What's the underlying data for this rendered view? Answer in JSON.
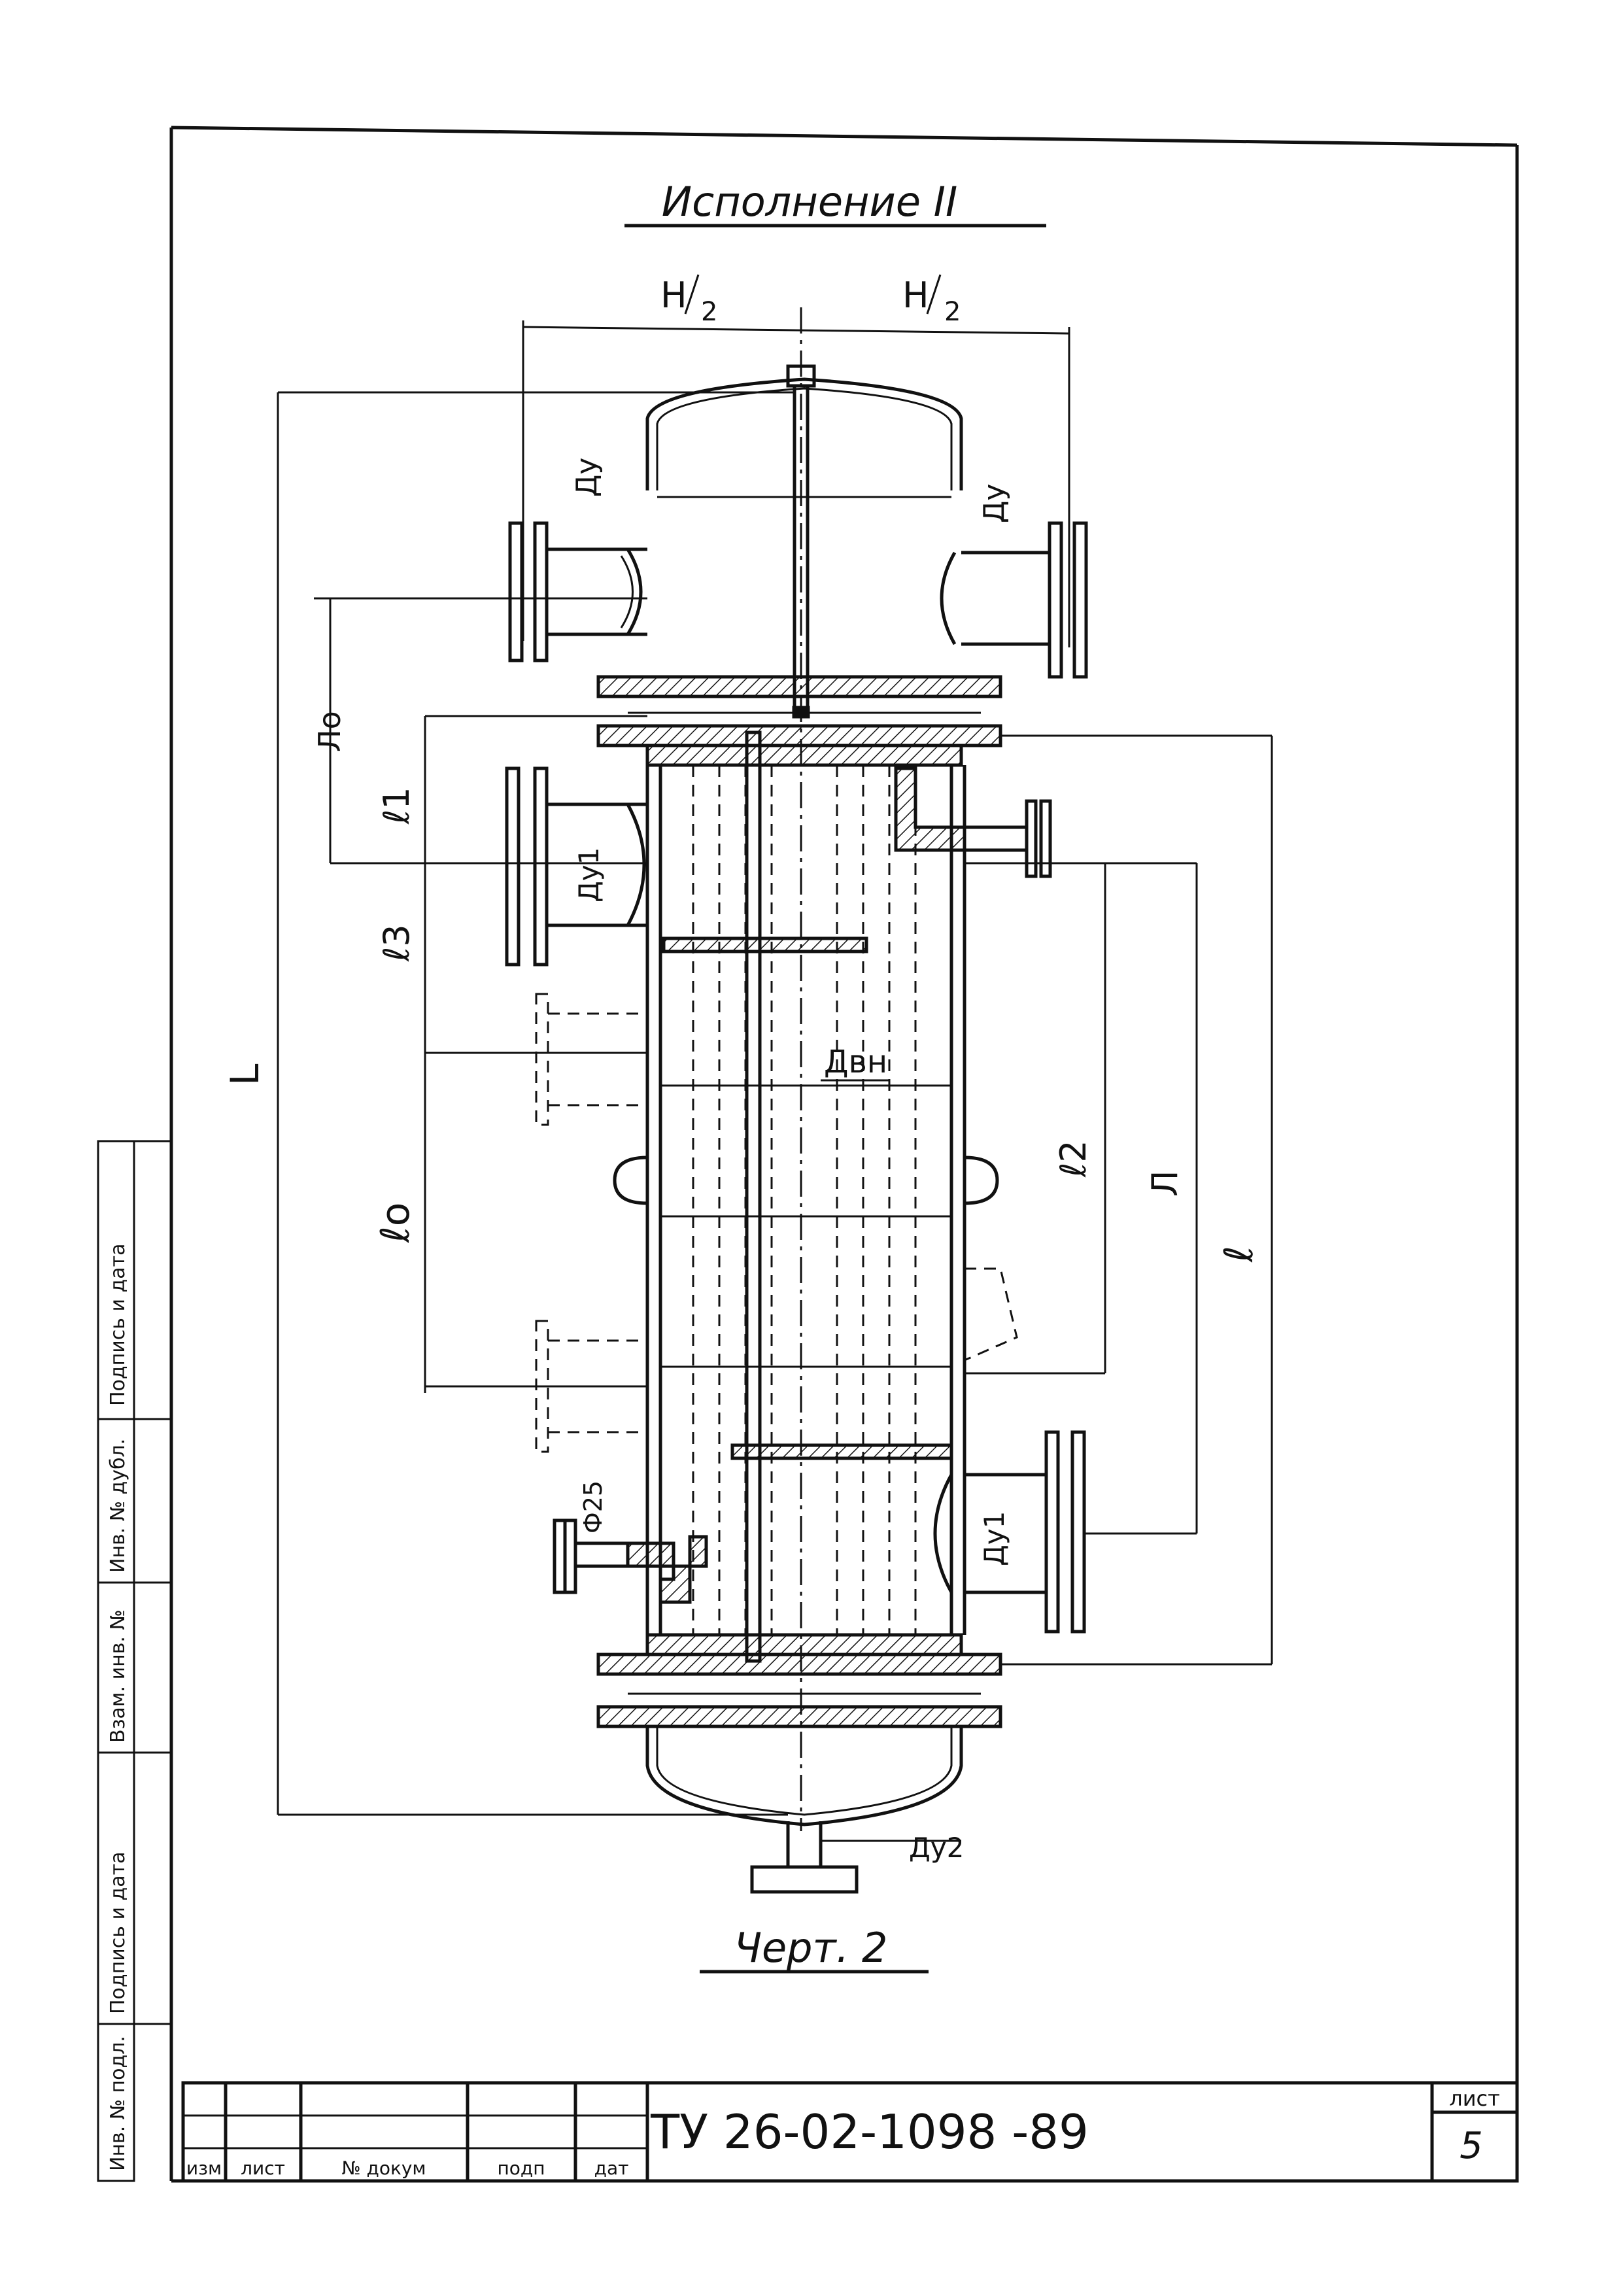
{
  "title": "Исполнение II",
  "caption": "Черт. 2",
  "dimensions": {
    "h_half_left": "H",
    "h_half_left_div": "2",
    "h_half_right": "H",
    "h_half_right_div": "2",
    "L": "L",
    "Lo": "Ло",
    "l1": "ℓ1",
    "l3": "ℓ3",
    "lo": "ℓо",
    "l2": "ℓ2",
    "Л": "Л",
    "l": "ℓ",
    "Dvn": "Двн",
    "Dy_left": "Ду",
    "Dy_right": "Ду",
    "Dy1_top": "Ду1",
    "Dy1_bottom": "Ду1",
    "Dy2": "Ду2",
    "phi25": "Ф25"
  },
  "side_stamp": {
    "cells": [
      "Инв. № подл.",
      "Подпись и дата",
      "Взам. инв. №",
      "Инв. № дубл.",
      "Подпись и дата"
    ]
  },
  "title_block": {
    "designation": "ТУ 26-02-1098 -89",
    "sheet_label": "лист",
    "sheet_number": "5",
    "columns": [
      "изм",
      "лист",
      "№ докум",
      "подп",
      "дат"
    ]
  }
}
